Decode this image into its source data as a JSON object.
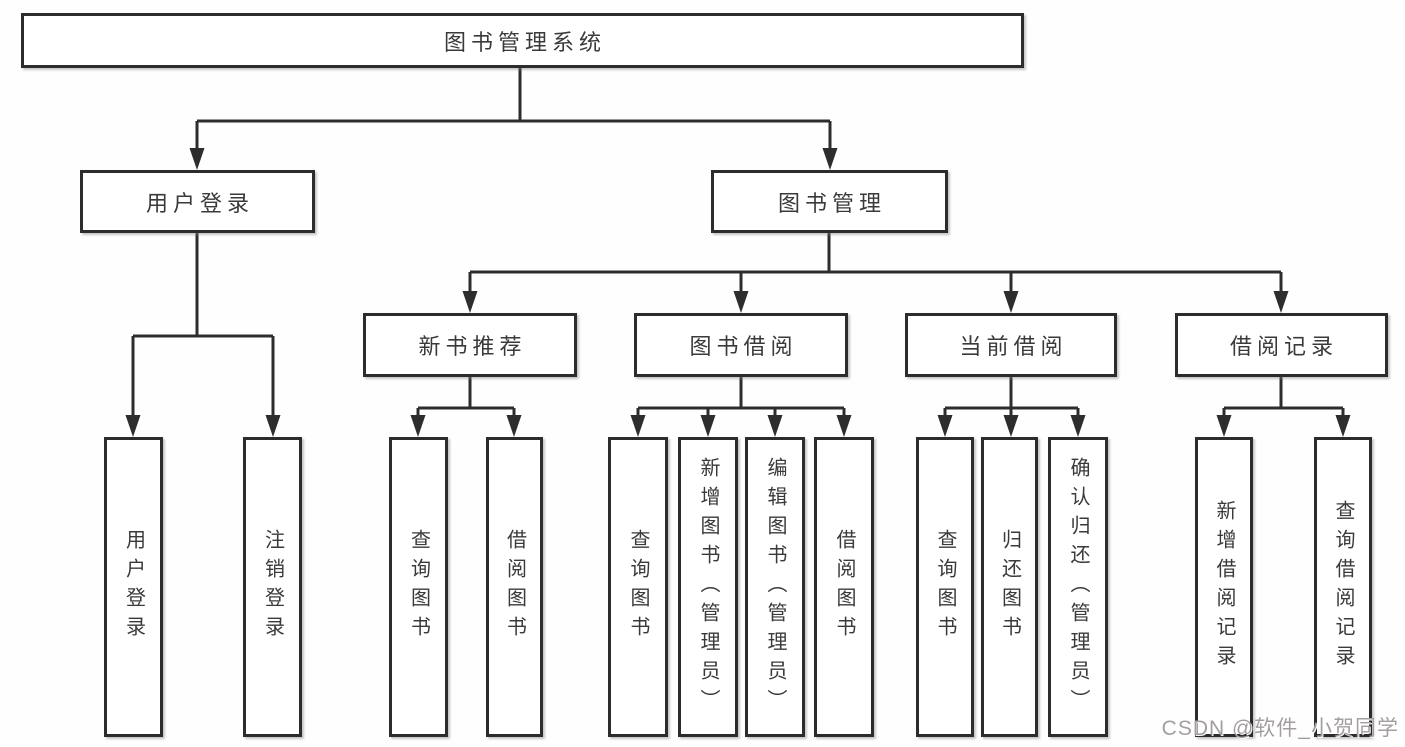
{
  "watermark": {
    "text": "CSDN @软件_小贺同学"
  },
  "diagram": {
    "root": {
      "label": "图书管理系统"
    },
    "branches": [
      {
        "label": "用户登录",
        "children": [
          {
            "label": "用户登录"
          },
          {
            "label": "注销登录"
          }
        ]
      },
      {
        "label": "图书管理",
        "children": [
          {
            "label": "新书推荐",
            "children": [
              {
                "label": "查询图书"
              },
              {
                "label": "借阅图书"
              }
            ]
          },
          {
            "label": "图书借阅",
            "children": [
              {
                "label": "查询图书"
              },
              {
                "label": "新增图书（管理员）"
              },
              {
                "label": "编辑图书（管理员）"
              },
              {
                "label": "借阅图书"
              }
            ]
          },
          {
            "label": "当前借阅",
            "children": [
              {
                "label": "查询图书"
              },
              {
                "label": "归还图书"
              },
              {
                "label": "确认归还（管理员）"
              }
            ]
          },
          {
            "label": "借阅记录",
            "children": [
              {
                "label": "新增借阅记录"
              },
              {
                "label": "查询借阅记录"
              }
            ]
          }
        ]
      }
    ]
  }
}
